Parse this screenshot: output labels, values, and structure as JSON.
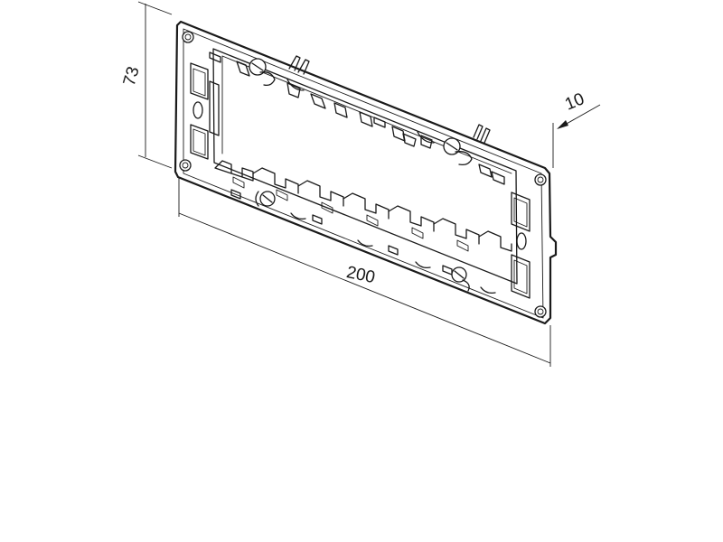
{
  "dimensions": {
    "height": "73",
    "width": "200",
    "depth": "10"
  }
}
